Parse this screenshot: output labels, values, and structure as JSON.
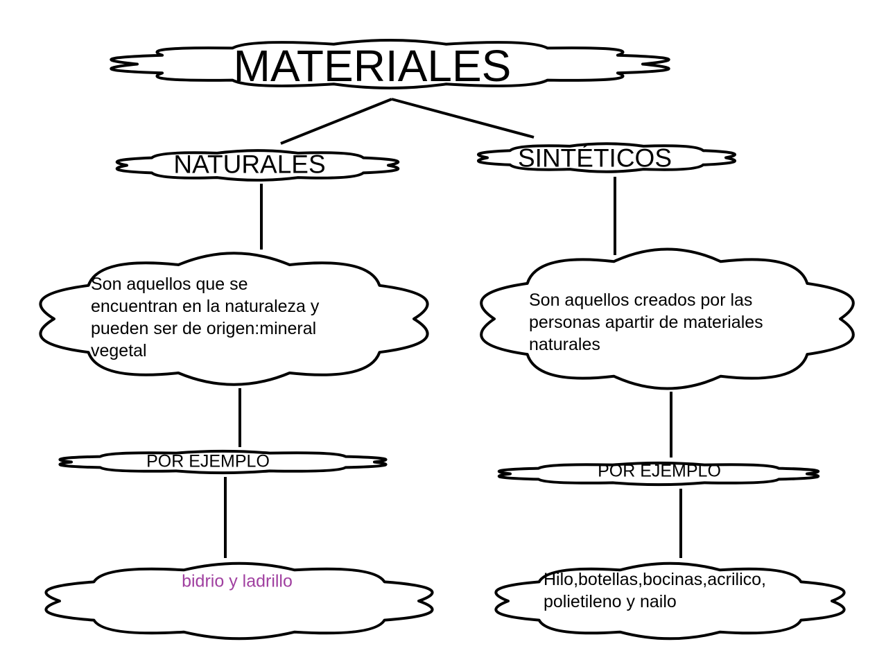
{
  "title": "MATERIALES",
  "branches": {
    "natural": {
      "label": "NATURALES",
      "description": [
        "Son aquellos que se",
        "encuentran en la naturaleza y",
        "pueden ser de origen:mineral",
        "vegetal"
      ],
      "example_label": "POR EJEMPLO",
      "examples": "bidrio y ladrillo"
    },
    "synthetic": {
      "label": "SINTÉTICOS",
      "description": [
        "Son aquellos creados por las",
        "personas apartir de materiales",
        "naturales"
      ],
      "example_label": "POR EJEMPLO",
      "examples": [
        "Hilo,botellas,bocinas,acrilico,",
        "polietileno y nailo"
      ]
    }
  },
  "colors": {
    "line": "#000000",
    "fill": "#ffffff",
    "example_text_natural": "#a040a0"
  }
}
